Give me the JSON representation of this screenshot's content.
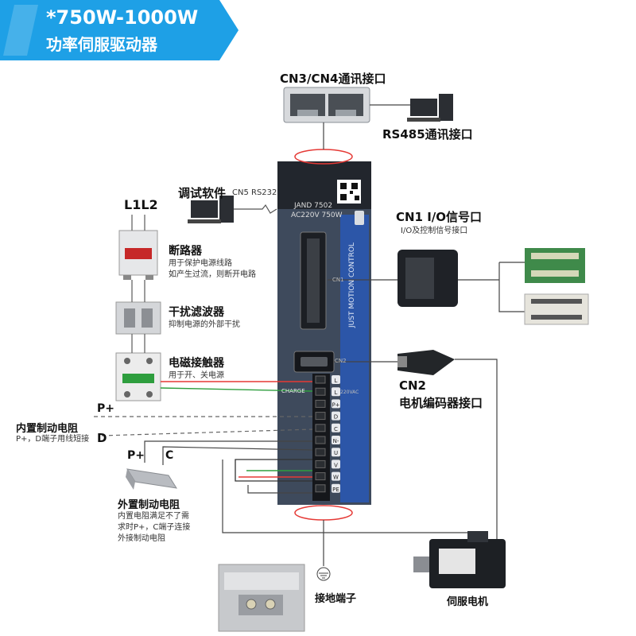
{
  "banner": {
    "line1": "*750W-1000W",
    "line2": "功率伺服驱动器"
  },
  "ports": {
    "cn34_label": "CN3/CN4通讯接口",
    "rs485_label": "RS485通讯接口",
    "cn5_label": "CN5 RS232",
    "debug_label": "调试软件",
    "cn1_title": "CN1  I/O信号口",
    "cn1_sub": "I/O及控制信号接口",
    "cn2_code": "CN2",
    "cn2_title": "电机编码器接口"
  },
  "drive": {
    "model": "JAND 7502",
    "rating": "AC220V 750W",
    "brand_vertical": "JUST MOTION CONTROL",
    "charge": "CHARGE",
    "terminals": [
      "L",
      "L",
      "P+",
      "D",
      "C",
      "N-",
      "U",
      "V",
      "W",
      "PE"
    ],
    "ctrl_marks": [
      "CN1",
      "CN2"
    ],
    "vac_mark": "220VAC"
  },
  "power_chain": {
    "l1l2": "L1L2",
    "breaker_title": "断路器",
    "breaker_desc1": "用于保护电源线路",
    "breaker_desc2": "如产生过流，则断开电路",
    "filter_title": "干扰滤波器",
    "filter_desc": "抑制电源的外部干扰",
    "contactor_title": "电磁接触器",
    "contactor_desc": "用于开、关电源"
  },
  "braking": {
    "p_plus_top": "P+",
    "internal_title": "内置制动电阻",
    "internal_desc": "P+，D端子用线短接",
    "d_label": "D",
    "p_plus_ext": "P+",
    "c_label": "C",
    "external_title": "外置制动电阻",
    "external_desc1": "内置电阻满足不了需",
    "external_desc2": "求时P+，C端子连接",
    "external_desc3": "外接制动电阻"
  },
  "ground_label": "接地端子",
  "motor_label": "伺服电机",
  "colors": {
    "banner_blue": "#1ea0e6",
    "drive_body": "#3e4a5c",
    "drive_stripe": "#2c56a8",
    "wire_red": "#e53935",
    "wire_green": "#2e9e3e",
    "wire_dark": "#444444",
    "highlight_ring": "#e53935"
  }
}
